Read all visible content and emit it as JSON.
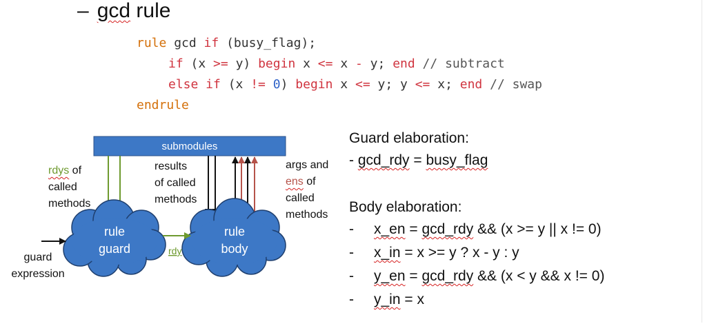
{
  "heading": {
    "dash": "–",
    "word": "gcd",
    "rest": " rule"
  },
  "code": {
    "l1": {
      "kw1": "rule",
      "t1": " gcd ",
      "kw2": "if",
      "t2": " (busy_flag);"
    },
    "l2": {
      "kw1": "if",
      "t1": " (x ",
      "op1": ">=",
      "t2": " y) ",
      "kw2": "begin",
      "t3": " x ",
      "op2": "<=",
      "t4": " x ",
      "op3": "-",
      "t5": " y; ",
      "kw3": "end",
      "cm": " // subtract"
    },
    "l3": {
      "kw1": "else if",
      "t1": " (x ",
      "op1": "!=",
      "t2": " ",
      "num": "0",
      "t3": ") ",
      "kw2": "begin",
      "t4": " x ",
      "op2": "<=",
      "t5": " y; y ",
      "op3": "<=",
      "t6": " x; ",
      "kw3": "end",
      "cm": " // swap"
    },
    "l4": {
      "kw1": "endrule"
    }
  },
  "diagram": {
    "submodules": "submodules",
    "rule_guard_line1": "rule",
    "rule_guard_line2": "guard",
    "rule_body_line1": "rule",
    "rule_body_line2": "body",
    "rdy_small": "rdy",
    "rdys_of_called": {
      "rdys": "rdys",
      "of": " of",
      "line2": "called",
      "line3": "methods"
    },
    "results": {
      "line1": "results",
      "line2": "of called",
      "line3": "methods"
    },
    "args_ens": {
      "line1": "args and",
      "ens": "ens",
      "of": " of",
      "line3": "called",
      "line4": "methods"
    },
    "guard_expression": {
      "line1": "guard",
      "line2": "expression"
    }
  },
  "colors": {
    "submodule_fill": "#3d78c6",
    "cloud_fill": "#3d78c6",
    "green_arrow": "#6e9a2f",
    "red_arrow": "#b5534a",
    "black_arrow": "#111111",
    "squiggle": "#d62020"
  },
  "guard_elab": {
    "title": "Guard elaboration:",
    "dash": "-",
    "lhs": "gcd_rdy",
    "eq": " = ",
    "rhs": "busy_flag"
  },
  "body_elab": {
    "title": "Body elaboration:",
    "items": [
      {
        "bullet": "-",
        "lhs": "x_en",
        "mid": " = ",
        "sq": "gcd_rdy",
        "rest": " && (x >= y || x != 0)"
      },
      {
        "bullet": "-",
        "lhs": "x_in",
        "mid": " = x >= y ? x - y : y",
        "sq": "",
        "rest": ""
      },
      {
        "bullet": "-",
        "lhs": "y_en",
        "mid": " = ",
        "sq": "gcd_rdy",
        "rest": " && (x < y && x != 0)"
      },
      {
        "bullet": "-",
        "lhs": "y_in",
        "mid": " = x",
        "sq": "",
        "rest": ""
      }
    ]
  }
}
